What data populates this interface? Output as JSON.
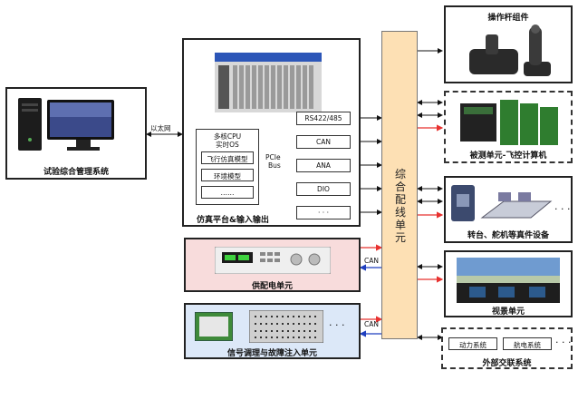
{
  "bus_label": "综合配线单元",
  "pc": {
    "label": "试验综合管理系统"
  },
  "ethernet": "以太网",
  "sim": {
    "label": "仿真平台&输入输出",
    "cpu": "多核CPU",
    "os": "实时OS",
    "flight_model": "飞行仿真模型",
    "env_model": "环境模型",
    "more": "……",
    "pcie_line1": "PCIe",
    "pcie_line2": "Bus",
    "io": [
      "RS422/485",
      "CAN",
      "ANA",
      "DIO",
      "· · ·"
    ]
  },
  "power": {
    "label": "供配电单元",
    "can": "CAN"
  },
  "signal": {
    "label": "信号调理与故障注入单元",
    "can": "CAN",
    "more": "· · ·"
  },
  "joystick": {
    "label": "操作杆组件"
  },
  "dut": {
    "label": "被测单元-飞控计算机"
  },
  "turntable": {
    "label": "转台、舵机等真件设备",
    "more": "· · ·"
  },
  "visual": {
    "label": "视景单元"
  },
  "external": {
    "label": "外部交联系统",
    "items": [
      "动力系统",
      "航电系统"
    ],
    "more": "· · ·"
  },
  "colors": {
    "red": "#e8312f",
    "blue": "#1f3fbf",
    "bus": "#fde0b4",
    "power_bg": "#f8dcdc",
    "signal_bg": "#dce8f8"
  }
}
